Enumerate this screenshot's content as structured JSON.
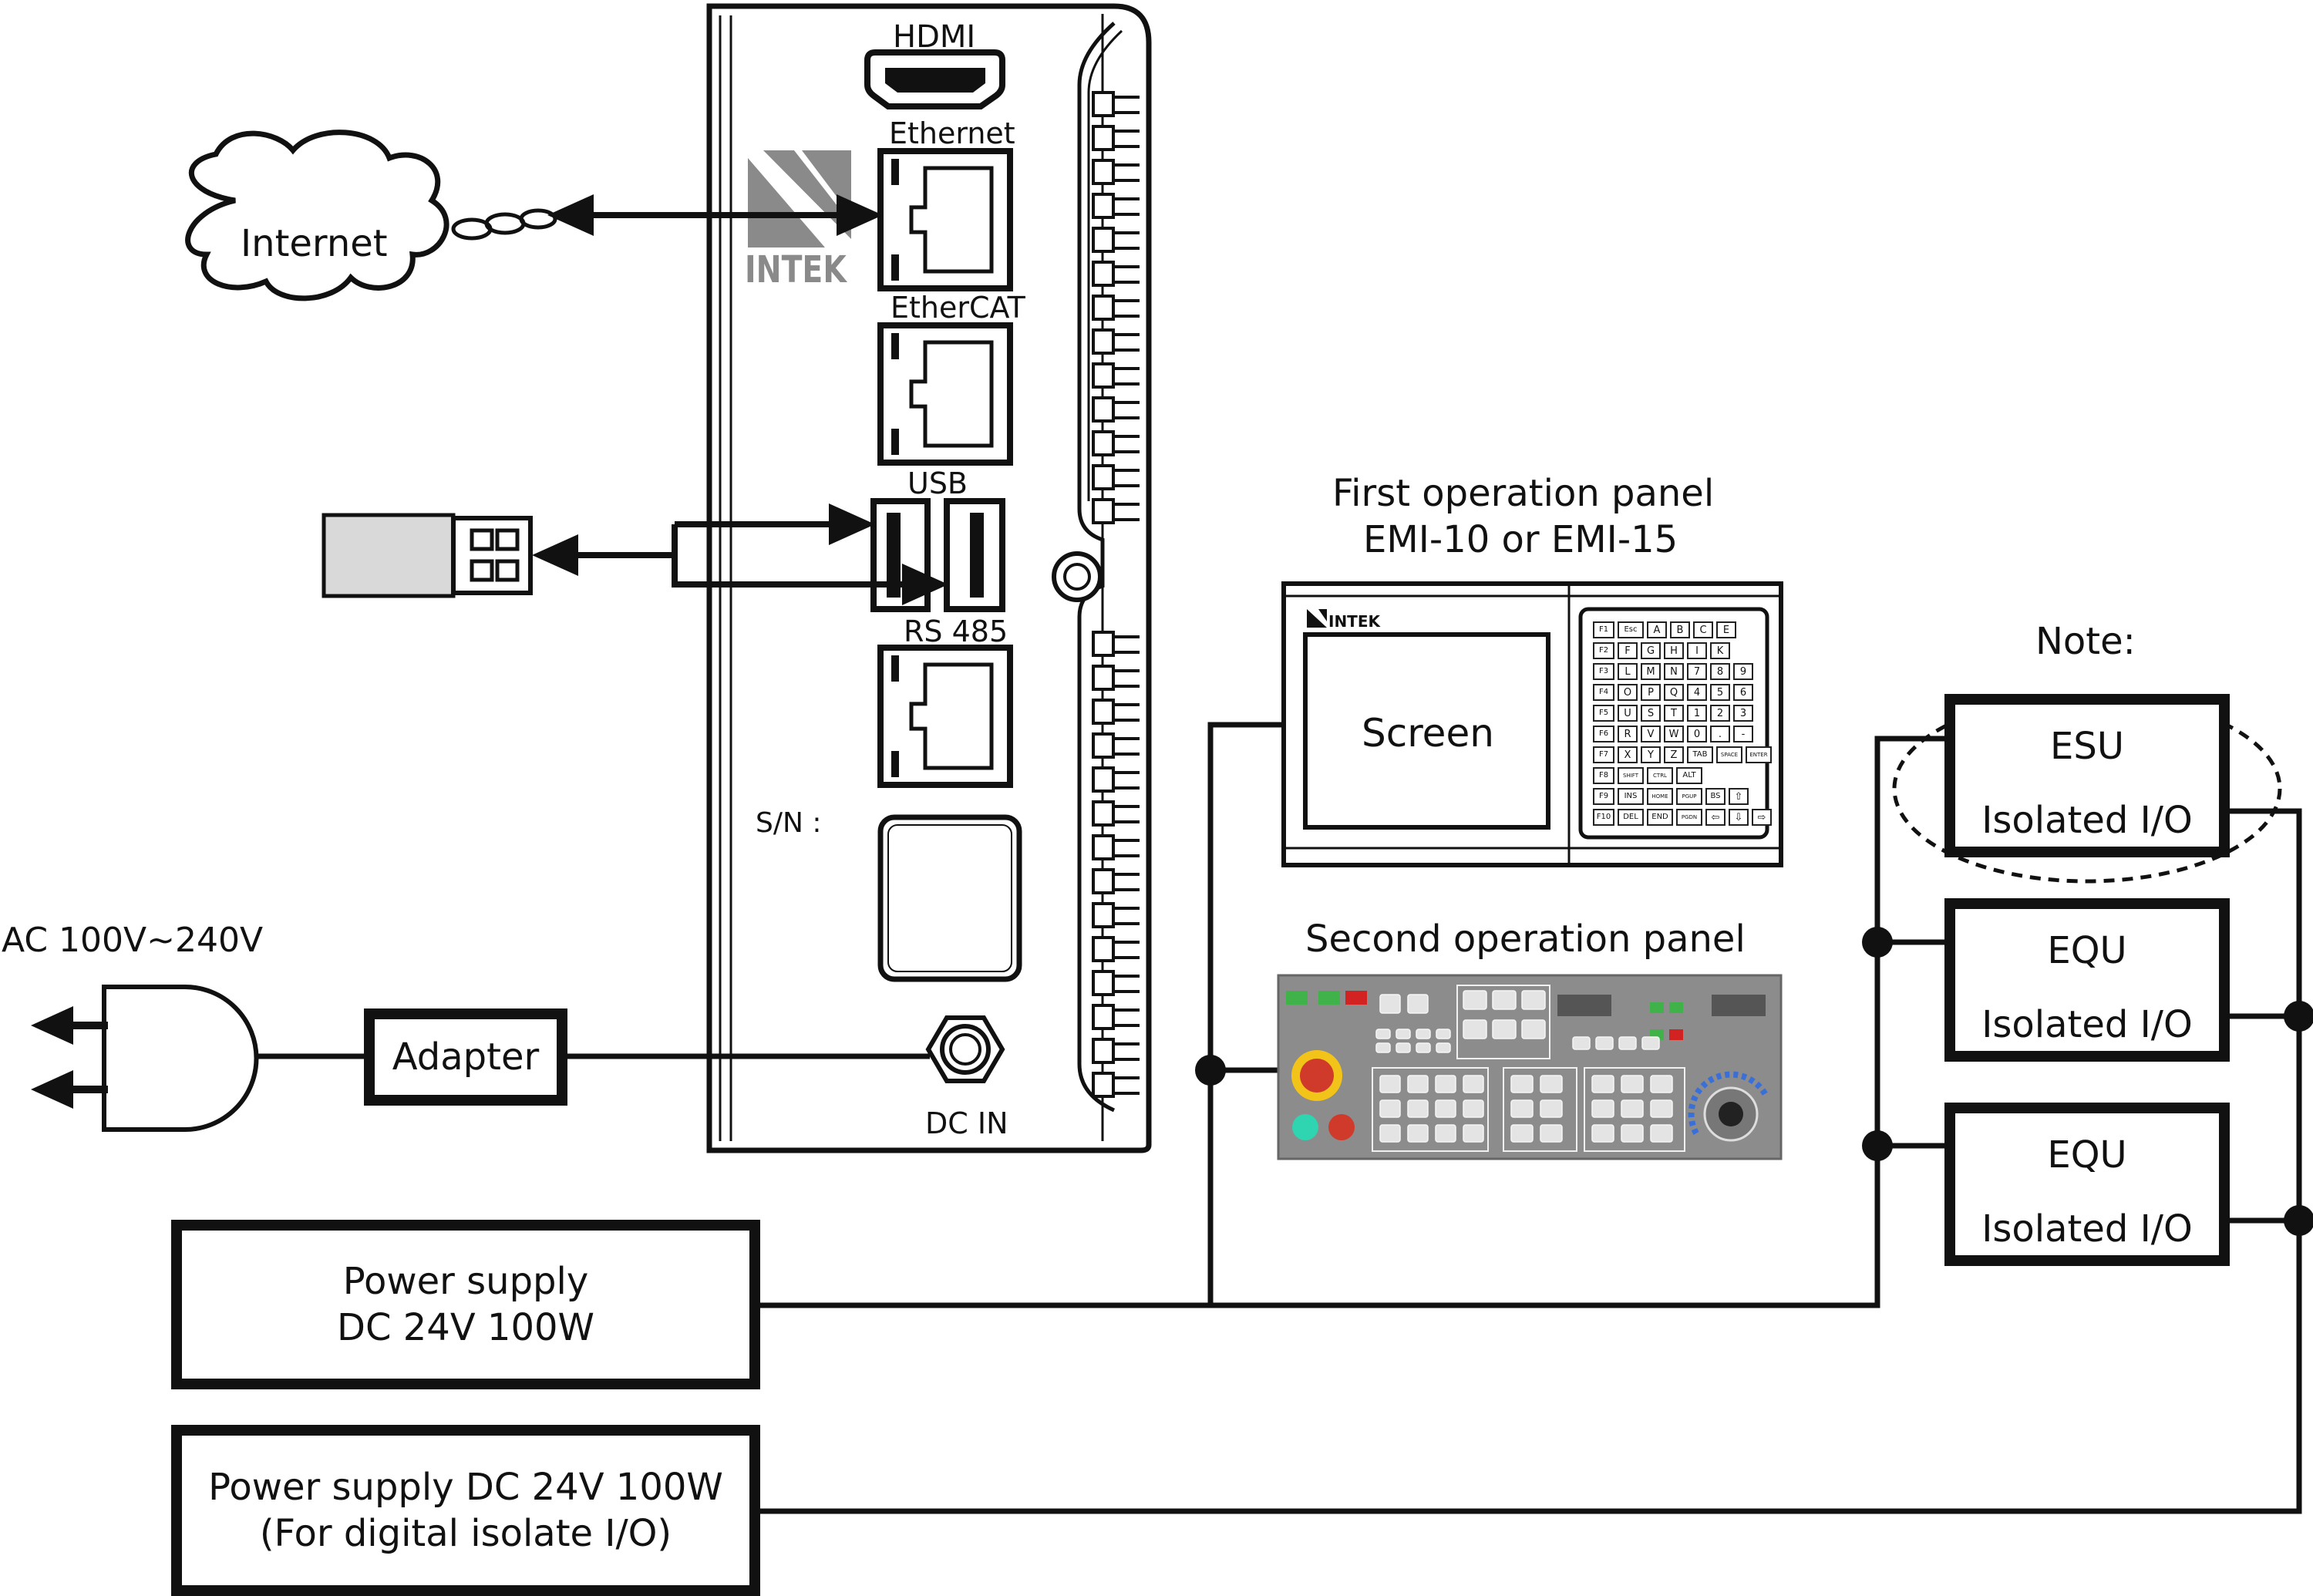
{
  "controller": {
    "brand": "INTEK",
    "ports": {
      "hdmi": "HDMI",
      "ethernet": "Ethernet",
      "ethercat": "EtherCAT",
      "usb": "USB",
      "rs485": "RS 485",
      "serial_number": "S/N :",
      "dc_in": "DC IN"
    }
  },
  "internet": {
    "label": "Internet"
  },
  "ac_input": {
    "label": "AC 100V~240V"
  },
  "adapter": {
    "label": "Adapter"
  },
  "first_panel": {
    "title_line1": "First operation panel",
    "title_line2": "EMI-10 or EMI-15",
    "brand": "INTEK",
    "screen_label": "Screen",
    "keypad_rows": [
      [
        "F1",
        "Esc",
        "A",
        "B",
        "C",
        "E"
      ],
      [
        "F2",
        "F",
        "G",
        "H",
        "I",
        "K"
      ],
      [
        "F3",
        "L",
        "M",
        "N",
        "7",
        "8",
        "9"
      ],
      [
        "F4",
        "O",
        "P",
        "Q",
        "4",
        "5",
        "6"
      ],
      [
        "F5",
        "U",
        "S",
        "T",
        "1",
        "2",
        "3"
      ],
      [
        "F6",
        "R",
        "V",
        "W",
        "0",
        ".",
        "-"
      ],
      [
        "F7",
        "X",
        "Y",
        "Z",
        "TAB",
        "SPACE",
        "ENTER"
      ],
      [
        "F8",
        "SHIFT",
        "CTRL",
        "ALT"
      ],
      [
        "F9",
        "INS",
        "HOME",
        "PGUP",
        "BS",
        "⇧"
      ],
      [
        "F10",
        "DEL",
        "END",
        "PGDN",
        "⇦",
        "⇩",
        "⇨"
      ]
    ]
  },
  "second_panel": {
    "title": "Second operation panel"
  },
  "power_supply_1": {
    "line1": "Power supply",
    "line2": "DC 24V 100W"
  },
  "power_supply_2": {
    "line1": "Power supply DC 24V 100W",
    "line2": "(For digital isolate I/O)"
  },
  "note": {
    "label": "Note:"
  },
  "io_modules": [
    {
      "name": "ESU",
      "sub": "Isolated I/O"
    },
    {
      "name": "EQU",
      "sub": "Isolated I/O"
    },
    {
      "name": "EQU",
      "sub": "Isolated I/O"
    }
  ],
  "colors": {
    "line": "#111111",
    "logo_gray": "#8a8a8a",
    "panel_gray": "#8c8c8c",
    "estop_red": "#d03a2a",
    "estop_yellow": "#f2c318",
    "start_green": "#2fd4b0",
    "led_green": "#3fb24a",
    "led_red": "#d32222",
    "usb_stick": "#d9d9d9"
  }
}
